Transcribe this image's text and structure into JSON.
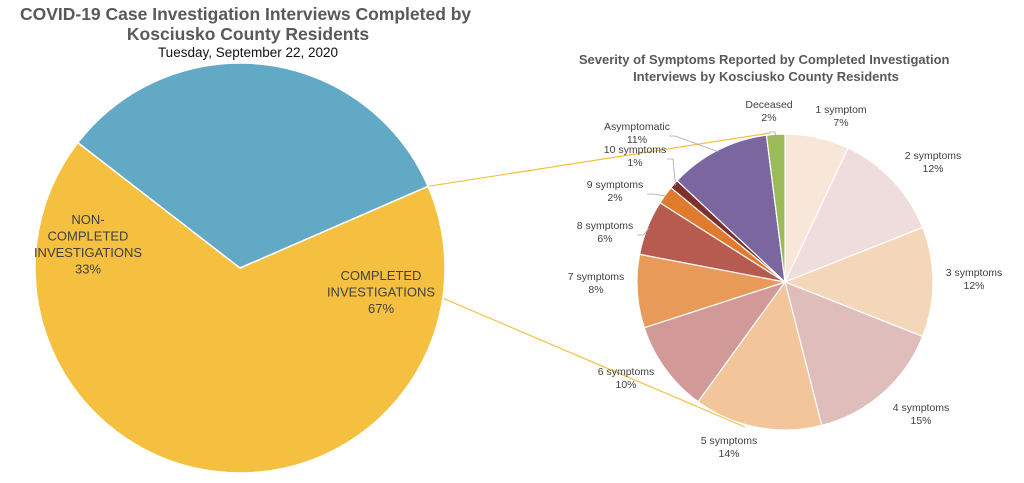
{
  "chart_data": [
    {
      "type": "pie",
      "title": "COVID-19 Case Investigation Interviews Completed by Kosciusko County Residents",
      "title_lines": [
        "COVID-19 Case Investigation Interviews Completed by",
        "Kosciusko County Residents"
      ],
      "subtitle": "Tuesday, September 22, 2020",
      "slices": [
        {
          "label": "COMPLETED INVESTIGATIONS",
          "label_lines": [
            "COMPLETED",
            "INVESTIGATIONS"
          ],
          "value": 67,
          "display": "67%",
          "color": "#F5C040"
        },
        {
          "label": "NON-COMPLETED INVESTIGATIONS",
          "label_lines": [
            "NON-",
            "COMPLETED",
            "INVESTIGATIONS"
          ],
          "value": 33,
          "display": "33%",
          "color": "#62A9C6"
        }
      ]
    },
    {
      "type": "pie",
      "title": "Severity of Symptoms Reported by Completed Investigation Interviews by Kosciusko County Residents",
      "title_lines": [
        "Severity of Symptoms Reported by Completed Investigation",
        "Interviews by Kosciusko County Residents"
      ],
      "slices": [
        {
          "label": "1 symptom",
          "value": 7,
          "display": "7%",
          "color": "#F8E6D8"
        },
        {
          "label": "2 symptoms",
          "value": 12,
          "display": "12%",
          "color": "#EFDCDC"
        },
        {
          "label": "3 symptoms",
          "value": 12,
          "display": "12%",
          "color": "#F4D7B8"
        },
        {
          "label": "4 symptoms",
          "value": 15,
          "display": "15%",
          "color": "#DFBDBB"
        },
        {
          "label": "5 symptoms",
          "value": 14,
          "display": "14%",
          "color": "#F2C59A"
        },
        {
          "label": "6 symptoms",
          "value": 10,
          "display": "10%",
          "color": "#D19997"
        },
        {
          "label": "7 symptoms",
          "value": 8,
          "display": "8%",
          "color": "#E89A58"
        },
        {
          "label": "8 symptoms",
          "value": 6,
          "display": "6%",
          "color": "#B75A4F"
        },
        {
          "label": "9 symptoms",
          "value": 2,
          "display": "2%",
          "color": "#E07A2E"
        },
        {
          "label": "10 symptoms",
          "value": 1,
          "display": "1%",
          "color": "#7E302D"
        },
        {
          "label": "Asymptomatic",
          "value": 11,
          "display": "11%",
          "color": "#7B66A0"
        },
        {
          "label": "Deceased",
          "value": 2,
          "display": "2%",
          "color": "#9BBB59"
        }
      ]
    }
  ]
}
